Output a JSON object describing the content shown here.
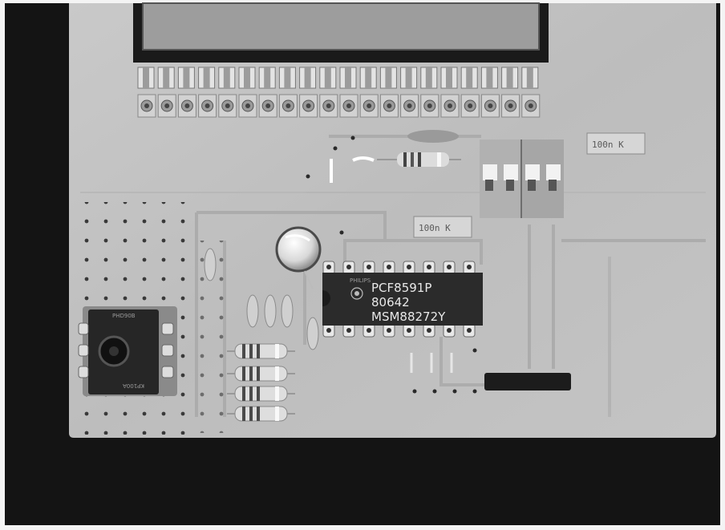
{
  "ic": {
    "part_number": "PCF8591P",
    "date_code": "80642",
    "lot_code": "MSM88272Y",
    "brand": "PHILIPS"
  },
  "capacitors": {
    "top_label": "100n K",
    "middle_label": "100n K"
  },
  "sensor": {
    "top_label": "PHD90B",
    "bottom_label": "KP100A"
  }
}
